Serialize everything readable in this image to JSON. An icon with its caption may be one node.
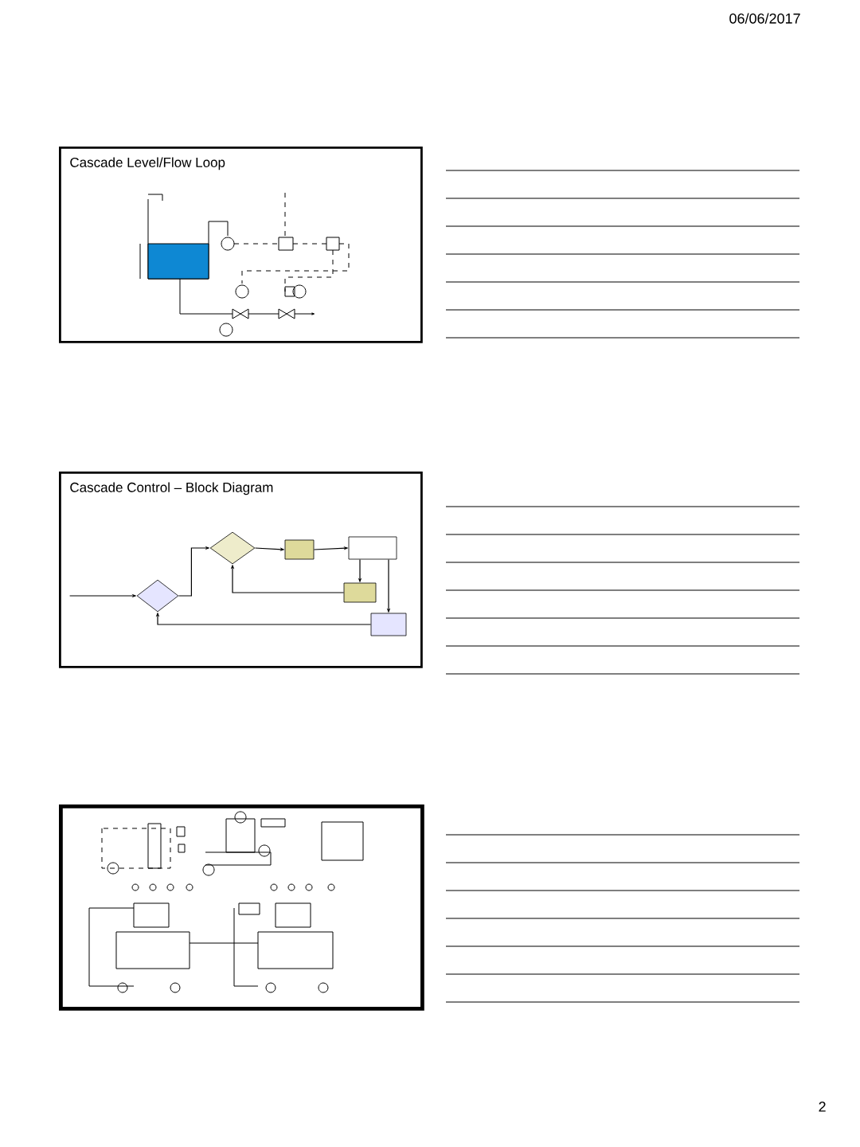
{
  "diagram": {
    "nodes": [
      {
        "text": [
          "Cascade Level/Flow Loop"
        ]
      },
      {
        "text": [
          "Cascade Control – Block Diagram"
        ]
      },
      {
        "text": [],
        "shape": "box"
      },
      {
        "text": [],
        "shape": "diamond",
        "in": 1
      },
      {
        "text": [],
        "shape": "diamond",
        "in": 1
      },
      {
        "text": [],
        "shape": "box",
        "in": 1
      },
      {
        "text": [],
        "shape": "box",
        "in": 1
      },
      {
        "text": [],
        "shape": "box",
        "in": 1
      },
      {
        "text": [],
        "shape": "box",
        "in": 1
      }
    ],
    "edges": [
      {
        "from": null,
        "to": 3,
        "arrow": "to"
      },
      {
        "from": 3,
        "to": 4,
        "arrow": "to"
      },
      {
        "from": 4,
        "to": 5,
        "arrow": "to"
      },
      {
        "from": 5,
        "to": 6,
        "arrow": "to"
      },
      {
        "from": 6,
        "to": 7,
        "arrow": "to"
      },
      {
        "from": 6,
        "to": 8,
        "arrow": "to"
      },
      {
        "from": 7,
        "to": 4,
        "arrow": "to"
      },
      {
        "from": 8,
        "to": 3,
        "arrow": "to"
      }
    ],
    "labels": [
      "06/06/2017",
      "2"
    ]
  }
}
